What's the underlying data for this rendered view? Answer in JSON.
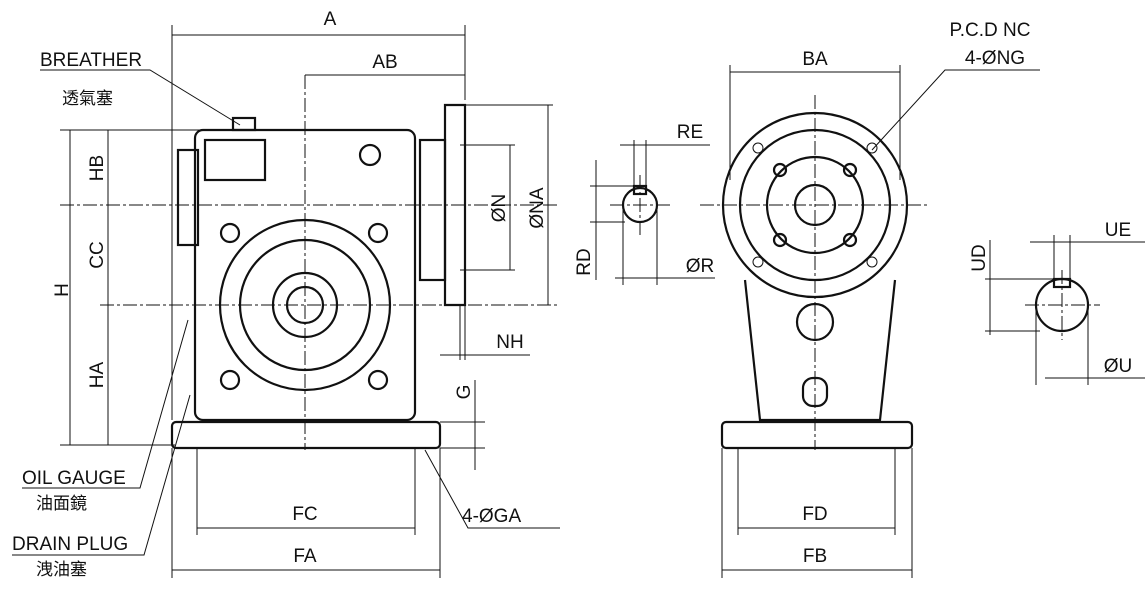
{
  "front_view": {
    "A": "A",
    "AB": "AB",
    "H": "H",
    "HB": "HB",
    "CC": "CC",
    "HA": "HA",
    "N": "ØN",
    "NA": "ØNA",
    "NH": "NH",
    "G": "G",
    "FC": "FC",
    "FA": "FA",
    "GA": "4-ØGA",
    "breather": {
      "en": "BREATHER",
      "zh": "透氣塞"
    },
    "oil_gauge": {
      "en": "OIL GAUGE",
      "zh": "油面鏡"
    },
    "drain_plug": {
      "en": "DRAIN PLUG",
      "zh": "洩油塞"
    }
  },
  "input_shaft": {
    "RE": "RE",
    "RD": "RD",
    "R": "ØR"
  },
  "side_view": {
    "BA": "BA",
    "pcd": "P.C.D NC",
    "NG": "4-ØNG",
    "FD": "FD",
    "FB": "FB"
  },
  "output_shaft": {
    "UD": "UD",
    "UE": "UE",
    "U": "ØU"
  }
}
